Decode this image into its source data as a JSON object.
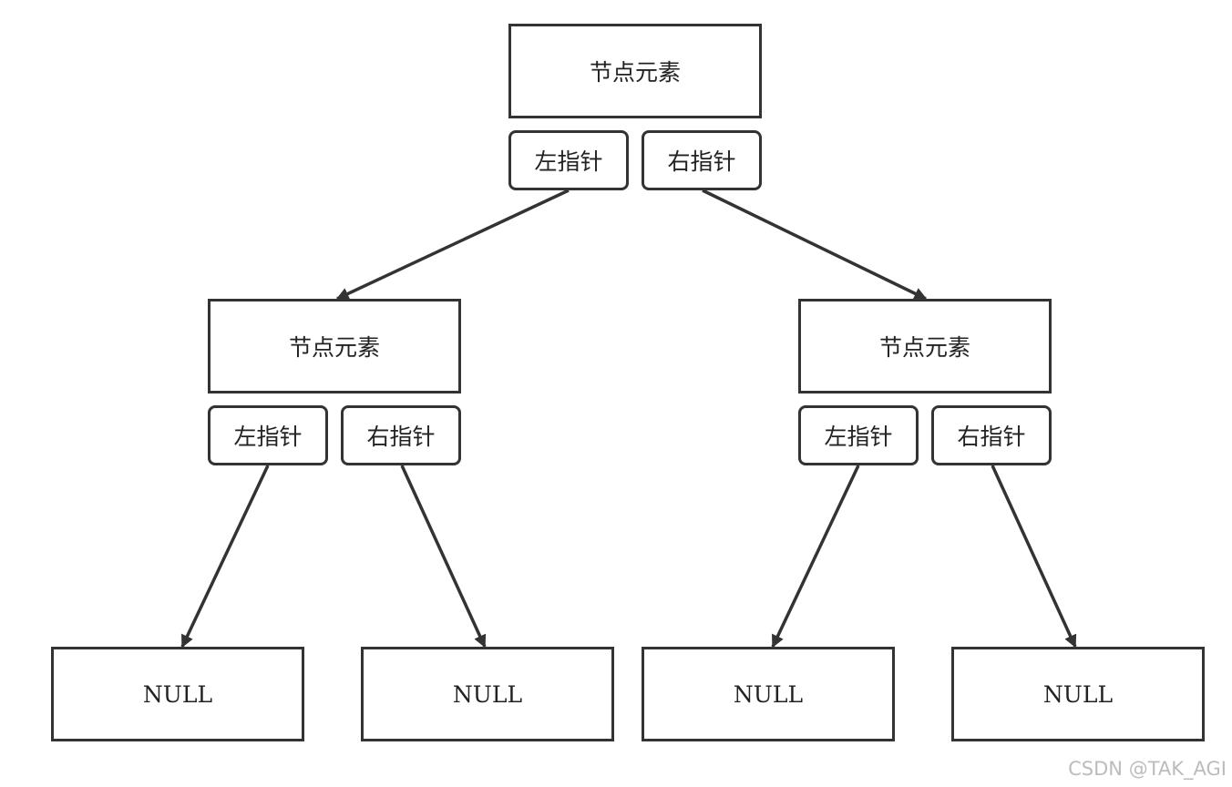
{
  "diagram": {
    "levels": [
      {
        "nodes": [
          {
            "element_label": "节点元素",
            "left_label": "左指针",
            "right_label": "右指针"
          }
        ]
      },
      {
        "nodes": [
          {
            "element_label": "节点元素",
            "left_label": "左指针",
            "right_label": "右指针"
          },
          {
            "element_label": "节点元素",
            "left_label": "左指针",
            "right_label": "右指针"
          }
        ]
      }
    ],
    "leaves": [
      {
        "label": "NULL"
      },
      {
        "label": "NULL"
      },
      {
        "label": "NULL"
      },
      {
        "label": "NULL"
      }
    ],
    "colors": {
      "stroke": "#333333",
      "background": "#ffffff",
      "watermark": "#bcbcbc"
    }
  },
  "watermark": "CSDN @TAK_AGI"
}
